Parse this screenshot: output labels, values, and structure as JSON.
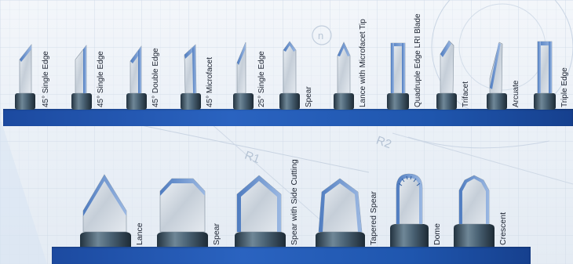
{
  "colors": {
    "base_bar": "#1f56ae",
    "blade_edge": "#6f96cf",
    "blade_body": "#d7dde5",
    "socket": "#3d5566",
    "label": "#1b2230"
  },
  "background": {
    "drawing_marks": [
      "R2",
      "R1",
      "n"
    ]
  },
  "top_row": [
    {
      "label": "45° Single Edge",
      "icon": "blade-45-single-edge"
    },
    {
      "label": "45° Single Edge",
      "icon": "blade-45-single-edge-alt"
    },
    {
      "label": "45° Double Edge",
      "icon": "blade-45-double-edge"
    },
    {
      "label": "45° Microfacet",
      "icon": "blade-45-microfacet"
    },
    {
      "label": "25° Single Edge",
      "icon": "blade-25-single-edge"
    },
    {
      "label": "Spear",
      "icon": "blade-spear"
    },
    {
      "label": "Lance with Microfacet Tip",
      "icon": "blade-lance-microfacet-tip"
    },
    {
      "label": "Quadruple Edge LRI Blade",
      "icon": "blade-quadruple-edge-lri"
    },
    {
      "label": "Trifacet",
      "icon": "blade-trifacet"
    },
    {
      "label": "Arcuate",
      "icon": "blade-arcuate"
    },
    {
      "label": "Triple Edge",
      "icon": "blade-triple-edge"
    }
  ],
  "bottom_row": [
    {
      "label": "Lance",
      "icon": "blade-lance"
    },
    {
      "label": "Spear",
      "icon": "blade-spear-large"
    },
    {
      "label": "Spear with Side Cutting",
      "icon": "blade-spear-side-cutting"
    },
    {
      "label": "Tapered Spear",
      "icon": "blade-tapered-spear"
    },
    {
      "label": "Dome",
      "icon": "blade-dome"
    },
    {
      "label": "Crescent",
      "icon": "blade-crescent"
    }
  ]
}
